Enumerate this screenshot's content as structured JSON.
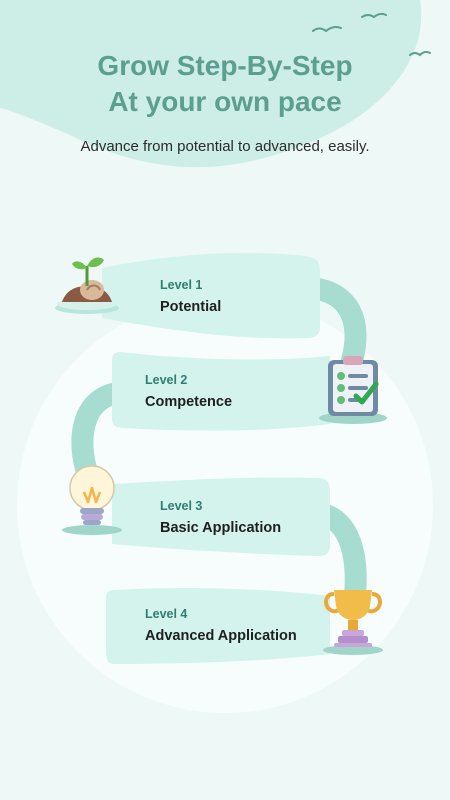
{
  "header": {
    "title_line1": "Grow Step-By-Step",
    "title_line2": "At your own pace",
    "subtitle": "Advance from potential to advanced, easily."
  },
  "levels": [
    {
      "number": "Level 1",
      "name": "Potential",
      "icon": "seedling-icon"
    },
    {
      "number": "Level 2",
      "name": "Competence",
      "icon": "checklist-icon"
    },
    {
      "number": "Level 3",
      "name": "Basic Application",
      "icon": "lightbulb-icon"
    },
    {
      "number": "Level 4",
      "name": "Advanced Application",
      "icon": "trophy-icon"
    }
  ],
  "colors": {
    "background": "#eef9f7",
    "accent": "#5c9e8f",
    "band": "#d3f3ec",
    "path": "#a7dcd0"
  }
}
